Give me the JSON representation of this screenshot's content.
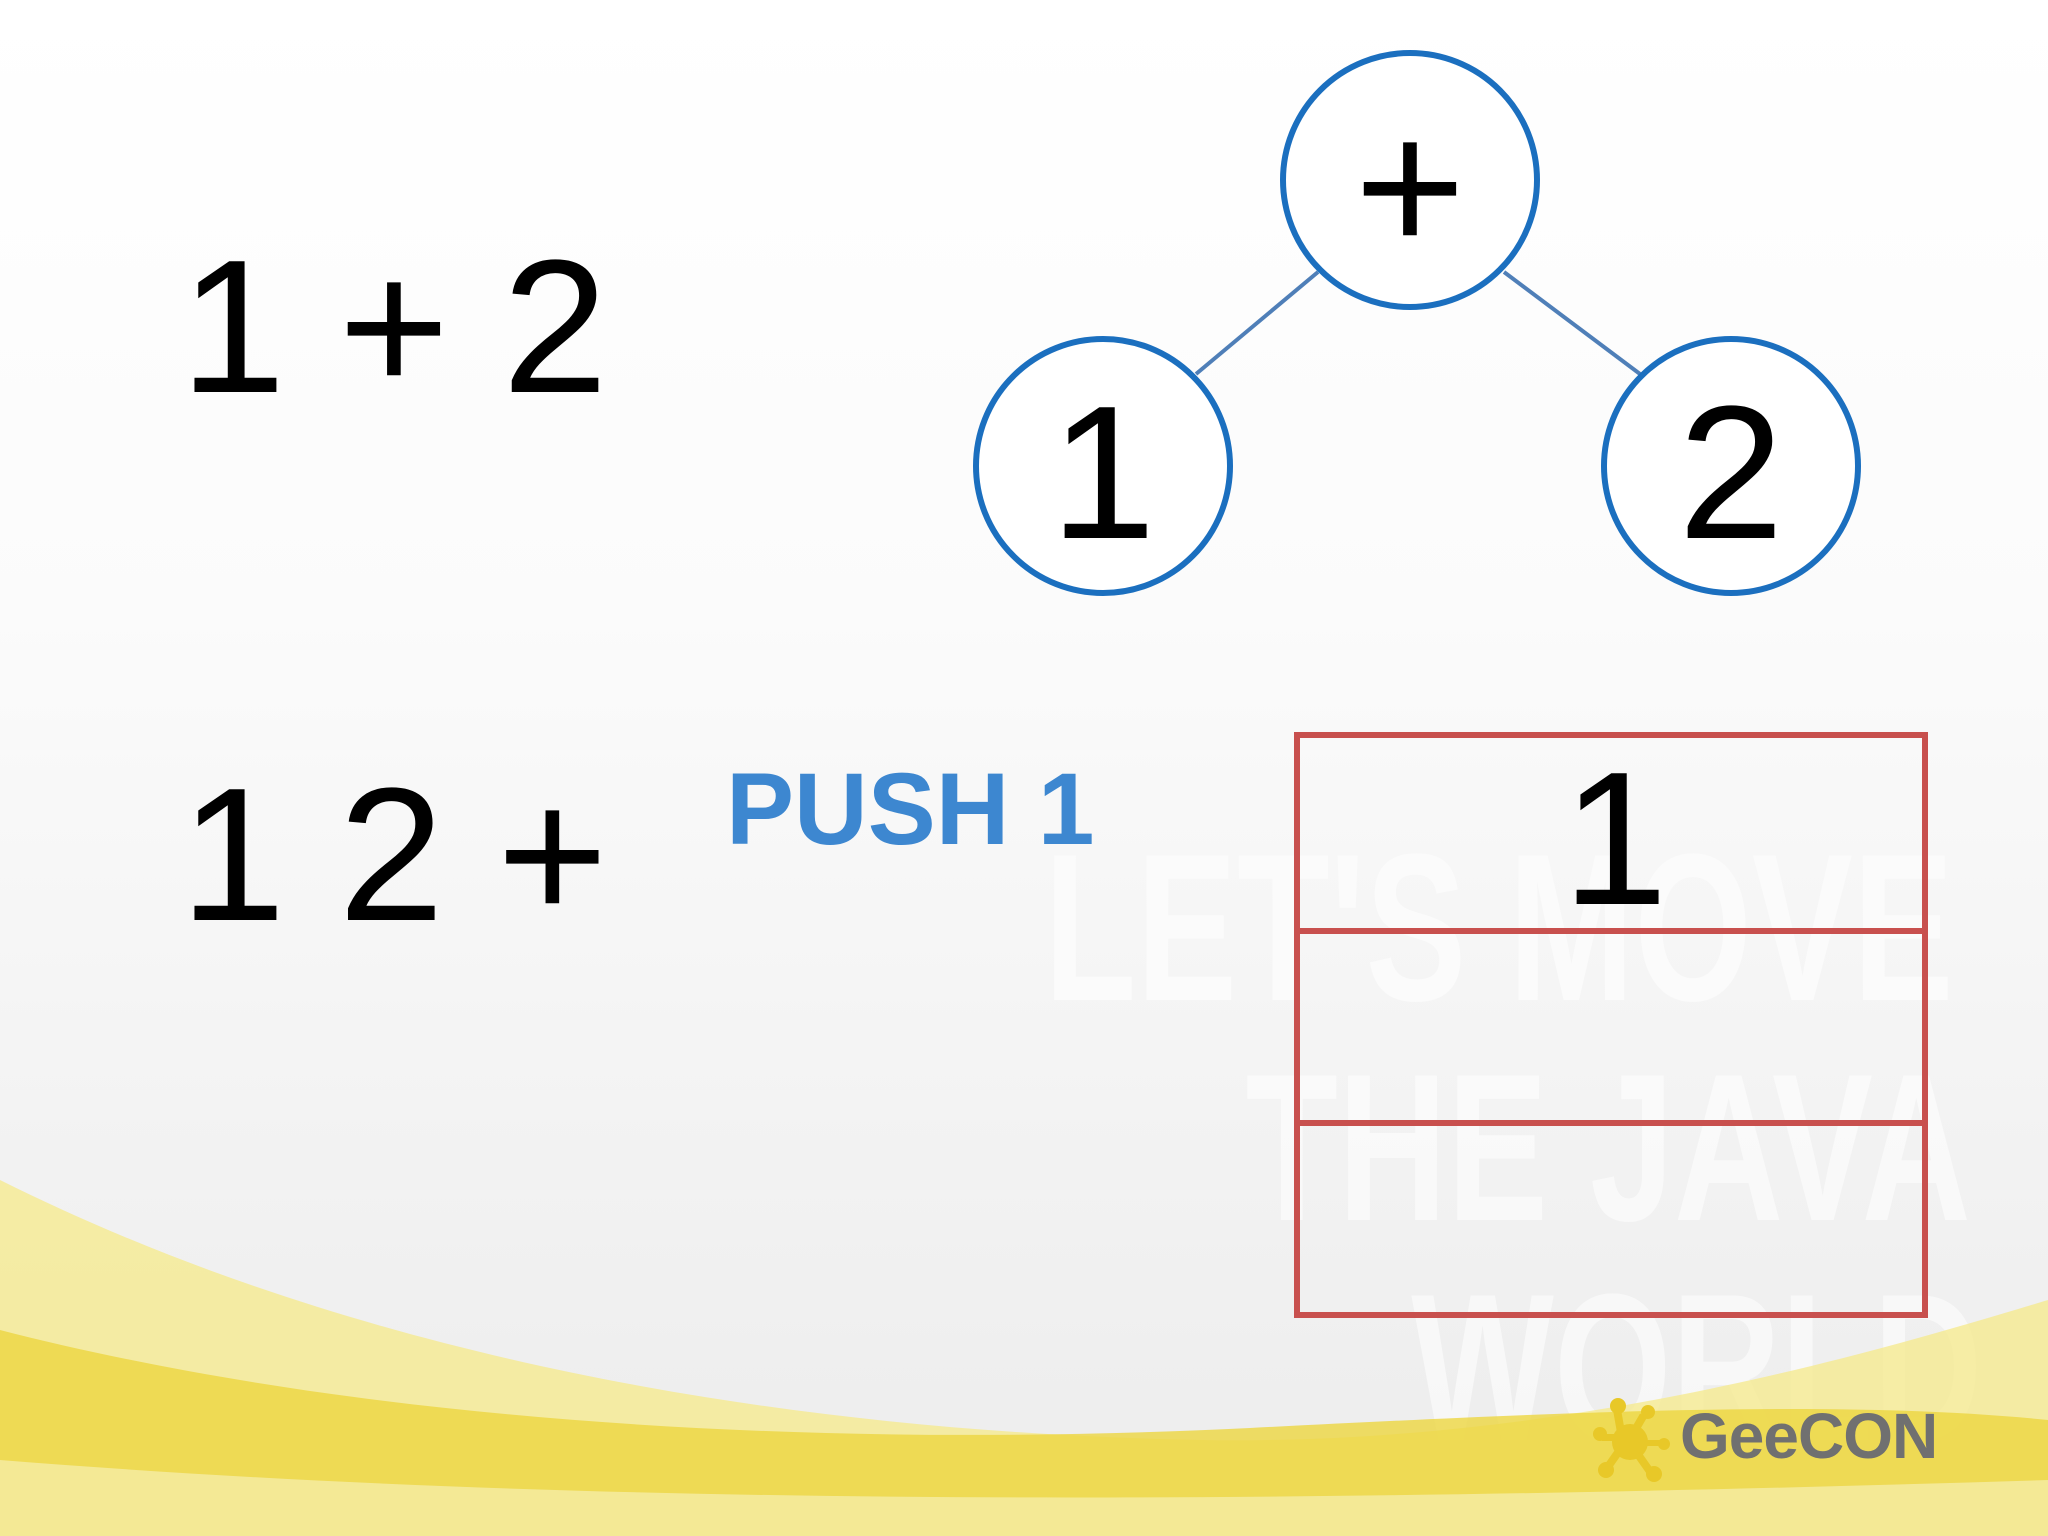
{
  "infix_expression": "1 + 2",
  "postfix_expression": "1 2 +",
  "instruction": "PUSH 1",
  "tree": {
    "root": "+",
    "left": "1",
    "right": "2"
  },
  "stack": {
    "slots": [
      "1",
      "",
      ""
    ]
  },
  "logo": {
    "text": "GeeCON"
  },
  "watermark": {
    "lines": [
      "LET'S MOVE",
      "THE JAVA",
      "WORLD"
    ]
  },
  "colors": {
    "node_border": "#1b6fbf",
    "edge": "#4f7fb8",
    "stack_border": "#c8504e",
    "instruction": "#3d87d0",
    "swoosh": "#f0dc3c",
    "logo_frog": "#e8c828"
  }
}
